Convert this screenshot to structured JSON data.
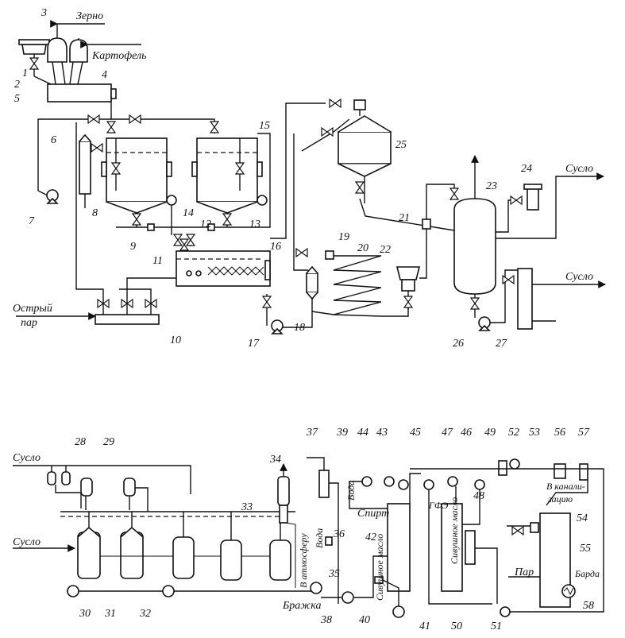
{
  "labels": {
    "grain": "Зерно",
    "potato": "Картофель",
    "live_steam_1": "Острый",
    "live_steam_2": "пар",
    "wort_out_1": "Сусло",
    "wort_out_2": "Сусло",
    "wort_in_1": "Сусло",
    "wort_in_2": "Сусло",
    "to_atmosphere": "В атмосферу",
    "water_1": "Вода",
    "water_2": "Вода",
    "mash": "Бражка",
    "spirit": "Спирт",
    "fusel_oil_1": "Сивушное масло",
    "fusel_oil_2": "Сивушное масло",
    "gfe": "ГФЭ",
    "to_sewer_1": "В канали-",
    "to_sewer_2": "зацию",
    "steam": "Пар",
    "stillage": "Барда"
  },
  "numbers": [
    "1",
    "2",
    "3",
    "4",
    "5",
    "6",
    "7",
    "8",
    "9",
    "10",
    "11",
    "12",
    "13",
    "14",
    "15",
    "16",
    "17",
    "18",
    "19",
    "20",
    "21",
    "22",
    "23",
    "24",
    "25",
    "26",
    "27",
    "28",
    "29",
    "30",
    "31",
    "32",
    "33",
    "34",
    "35",
    "36",
    "37",
    "38",
    "39",
    "40",
    "41",
    "42",
    "43",
    "44",
    "45",
    "46",
    "47",
    "48",
    "49",
    "50",
    "51",
    "52",
    "53",
    "54",
    "55",
    "56",
    "57",
    "58"
  ]
}
